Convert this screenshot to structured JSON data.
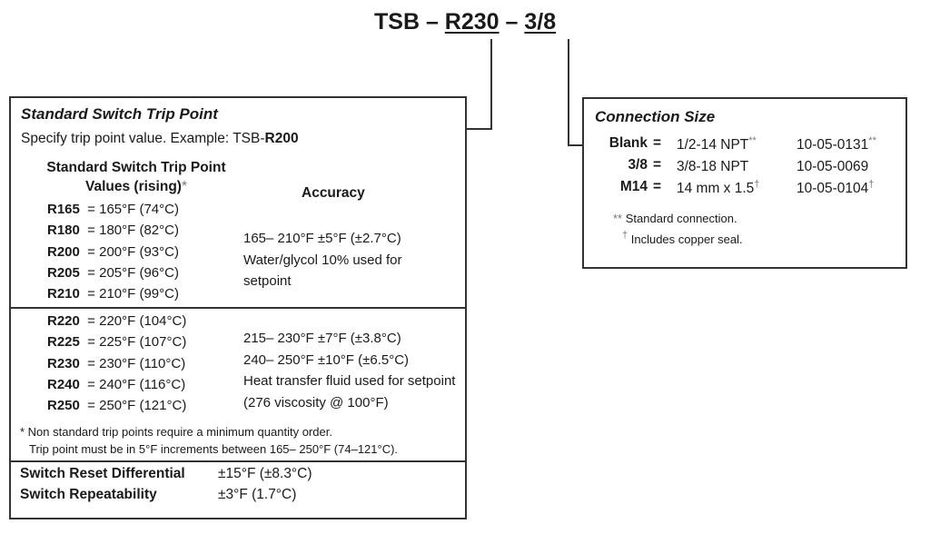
{
  "header": {
    "prefix": "TSB",
    "dash1": " – ",
    "model": "R230",
    "dash2": " – ",
    "size": "3/8"
  },
  "trip_point_box": {
    "title": "Standard Switch Trip Point",
    "specify_text": "Specify trip point value.  Example: TSB-",
    "specify_example": "R200",
    "col_header_line1": "Standard Switch Trip Point",
    "col_header_line2": "Values (rising)",
    "col_header_mark": "*",
    "accuracy_header": "Accuracy",
    "group1": [
      {
        "code": "R165",
        "eq": "=",
        "value": "165°F (74°C)"
      },
      {
        "code": "R180",
        "eq": "=",
        "value": "180°F  (82°C)"
      },
      {
        "code": "R200",
        "eq": "=",
        "value": "200°F (93°C)"
      },
      {
        "code": "R205",
        "eq": "=",
        "value": "205°F (96°C)"
      },
      {
        "code": "R210",
        "eq": "=",
        "value": "210°F (99°C)"
      }
    ],
    "group1_accuracy": [
      "165– 210°F   ±5°F (±2.7°C)",
      "Water/glycol 10% used for",
      "setpoint"
    ],
    "group2": [
      {
        "code": "R220",
        "eq": "=",
        "value": "220°F (104°C)"
      },
      {
        "code": "R225",
        "eq": "=",
        "value": "225°F (107°C)"
      },
      {
        "code": "R230",
        "eq": "=",
        "value": "230°F (110°C)"
      },
      {
        "code": "R240",
        "eq": "=",
        "value": "240°F (116°C)"
      },
      {
        "code": "R250",
        "eq": "=",
        "value": "250°F (121°C)"
      }
    ],
    "group2_accuracy": [
      "215– 230°F   ±7°F (±3.8°C)",
      "240– 250°F   ±10°F (±6.5°C)",
      "Heat transfer fluid used for setpoint",
      "(276 viscosity @ 100°F)"
    ],
    "footnote_line1": "* Non standard trip points require a minimum quantity order.",
    "footnote_line2": "Trip point must be in 5°F increments between 165– 250°F (74–121°C).",
    "reset_label": "Switch Reset Differential",
    "reset_value": "±15°F (±8.3°C)",
    "repeat_label": "Switch Repeatability",
    "repeat_value": "±3°F (1.7°C)"
  },
  "connection_box": {
    "title": "Connection Size",
    "rows": [
      {
        "code": "Blank",
        "eq": "=",
        "size": "1/2-14 NPT",
        "size_mark": "**",
        "part": "10-05-0131",
        "part_mark": "**"
      },
      {
        "code": "3/8",
        "eq": "=",
        "size": "3/8-18 NPT",
        "size_mark": "",
        "part": "10-05-0069",
        "part_mark": ""
      },
      {
        "code": "M14",
        "eq": "=",
        "size": "14 mm x 1.5",
        "size_mark": "†",
        "part": "10-05-0104",
        "part_mark": "†"
      }
    ],
    "note1_mark": "**",
    "note1_text": " Standard connection.",
    "note2_mark": "†",
    "note2_text": " Includes copper seal."
  }
}
